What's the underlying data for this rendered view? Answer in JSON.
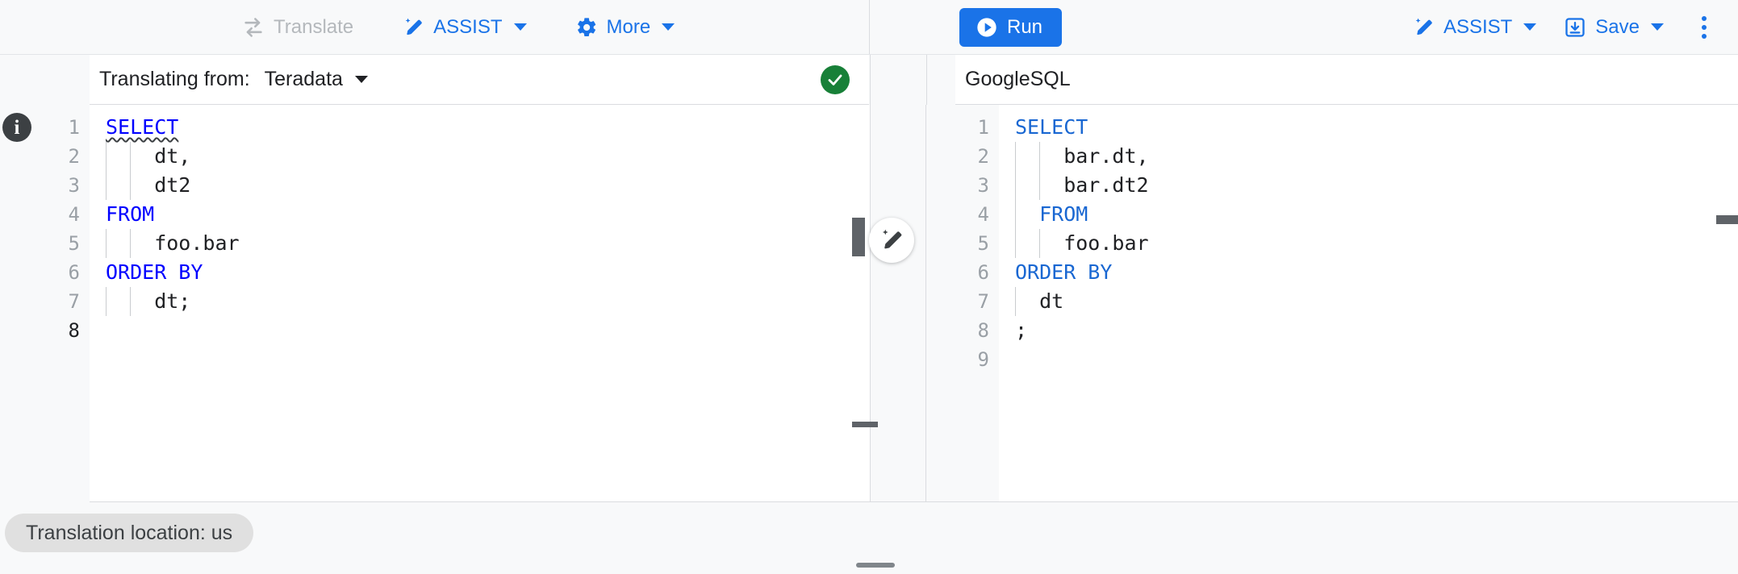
{
  "toolbar": {
    "left": [
      {
        "id": "translate",
        "label": "Translate",
        "icon": "translate-swap-icon",
        "disabled": true,
        "caret": false
      },
      {
        "id": "assist-left",
        "label": "ASSIST",
        "icon": "magic-wand-icon",
        "disabled": false,
        "caret": true
      },
      {
        "id": "more",
        "label": "More",
        "icon": "gear-icon",
        "disabled": false,
        "caret": true
      }
    ],
    "run_label": "Run",
    "run_icon": "play-circle-icon",
    "right": [
      {
        "id": "assist-right",
        "label": "ASSIST",
        "icon": "magic-wand-icon",
        "caret": true
      },
      {
        "id": "save",
        "label": "Save",
        "icon": "save-download-icon",
        "caret": true
      }
    ],
    "overflow_icon": "kebab-menu-icon",
    "accent_color": "#1a73e8",
    "disabled_color": "#b4b8bc"
  },
  "source_panel": {
    "label": "Translating from:",
    "language": "Teradata",
    "status_icon": "check-circle-icon",
    "status_color": "#188038",
    "info_icon": "info-icon",
    "current_line": 8,
    "line_numbers": [
      "1",
      "2",
      "3",
      "4",
      "5",
      "6",
      "7",
      "8"
    ],
    "lines": [
      {
        "n": 1,
        "text": "SELECT",
        "kind": "keyword",
        "squiggly": true,
        "indent": 0
      },
      {
        "n": 2,
        "text": "dt,",
        "kind": "plain",
        "squiggly": false,
        "indent": 2
      },
      {
        "n": 3,
        "text": "dt2",
        "kind": "plain",
        "squiggly": false,
        "indent": 2
      },
      {
        "n": 4,
        "text": "FROM",
        "kind": "keyword",
        "squiggly": false,
        "indent": 0
      },
      {
        "n": 5,
        "text": "foo.bar",
        "kind": "plain",
        "squiggly": false,
        "indent": 2
      },
      {
        "n": 6,
        "text": "ORDER BY",
        "kind": "keyword",
        "squiggly": false,
        "indent": 0
      },
      {
        "n": 7,
        "text": "dt;",
        "kind": "plain",
        "squiggly": false,
        "indent": 2
      },
      {
        "n": 8,
        "text": "",
        "kind": "plain",
        "squiggly": false,
        "indent": 0
      }
    ],
    "keyword_color": "#0000ff",
    "full_sql": "SELECT\n    dt,\n    dt2\nFROM\n    foo.bar\nORDER BY\n    dt;\n"
  },
  "target_panel": {
    "language": "GoogleSQL",
    "current_line": null,
    "line_numbers": [
      "1",
      "2",
      "3",
      "4",
      "5",
      "6",
      "7",
      "8",
      "9"
    ],
    "lines": [
      {
        "n": 1,
        "text": "SELECT",
        "kind": "keyword",
        "indent": 0
      },
      {
        "n": 2,
        "text": "bar.dt,",
        "kind": "plain",
        "indent": 2
      },
      {
        "n": 3,
        "text": "bar.dt2",
        "kind": "plain",
        "indent": 2
      },
      {
        "n": 4,
        "text": "FROM",
        "kind": "keyword",
        "indent": 1
      },
      {
        "n": 5,
        "text": "foo.bar",
        "kind": "plain",
        "indent": 2
      },
      {
        "n": 6,
        "text": "ORDER BY",
        "kind": "keyword",
        "indent": 0
      },
      {
        "n": 7,
        "text": "dt",
        "kind": "plain",
        "indent": 1
      },
      {
        "n": 8,
        "text": ";",
        "kind": "plain",
        "indent": 0
      },
      {
        "n": 9,
        "text": "",
        "kind": "plain",
        "indent": 0
      }
    ],
    "keyword_color": "#1967d2",
    "full_sql": "SELECT\n  bar.dt,\n  bar.dt2\n FROM\n  foo.bar\nORDER BY\n dt\n;\n"
  },
  "fab": {
    "icon": "magic-wand-icon",
    "name": "gemini-assist-fab"
  },
  "status_bar": {
    "location_chip": "Translation location: us"
  },
  "scrollbars": {
    "left_vertical": "left-editor-vertical-scrollbar",
    "left_horizontal": "left-editor-horizontal-scrollbar",
    "right_vertical": "right-editor-vertical-scrollbar"
  }
}
